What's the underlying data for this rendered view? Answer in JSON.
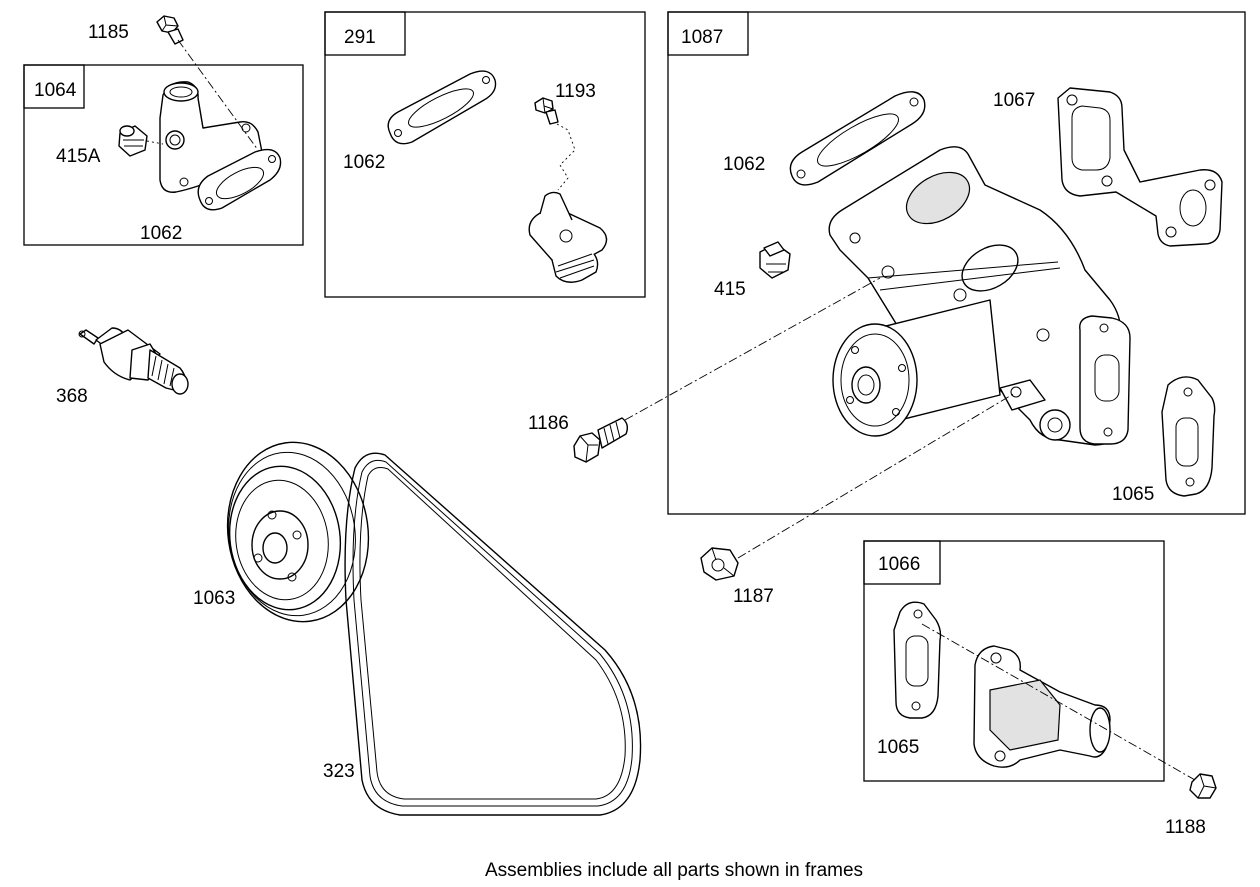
{
  "frames": {
    "f1064": "1064",
    "f291": "291",
    "f1087": "1087",
    "f1066": "1066"
  },
  "labels": {
    "p1185": "1185",
    "p415A": "415A",
    "p1062_a": "1062",
    "p1062_b": "1062",
    "p1193": "1193",
    "p1062_c": "1062",
    "p1067": "1067",
    "p415": "415",
    "p1186": "1186",
    "p1065_a": "1065",
    "p368": "368",
    "p1063": "1063",
    "p323": "323",
    "p1187": "1187",
    "p1065_b": "1065",
    "p1188": "1188"
  },
  "footer": "Assemblies include all parts shown in frames"
}
